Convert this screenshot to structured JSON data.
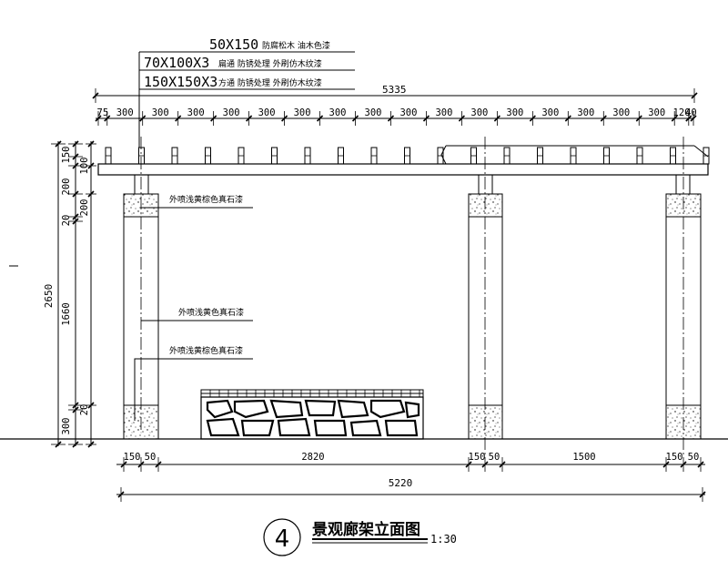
{
  "leaders": {
    "timber": {
      "size": "50X150",
      "desc": "防腐松木 油木色漆"
    },
    "beam": {
      "size": "70X100X3",
      "desc": "扁通 防锈处理 外刷仿木纹漆"
    },
    "post": {
      "size": "150X150X3",
      "desc": "方通 防锈处理 外刷仿木纹漆"
    }
  },
  "callouts": {
    "cap": "外喷浅黄棕色真石漆",
    "shaft": "外喷浅黄色真石漆",
    "base": "外喷浅黄棕色真石漆"
  },
  "top_dims": {
    "overall": "5335",
    "segments": [
      "75",
      "300",
      "300",
      "300",
      "300",
      "300",
      "300",
      "300",
      "300",
      "300",
      "300",
      "300",
      "300",
      "300",
      "300",
      "300",
      "300",
      "120",
      "40"
    ]
  },
  "left_dims": {
    "overall": "2650",
    "col2": [
      "150",
      "100",
      "200",
      "200",
      "20",
      "1660",
      "20",
      "300"
    ]
  },
  "bottom_dims": {
    "segments": [
      "150",
      "50",
      "2820",
      "150",
      "50",
      "1500",
      "150",
      "50"
    ],
    "overall": "5220"
  },
  "title": {
    "number": "4",
    "name": "景观廊架立面图",
    "scale": "1:30"
  }
}
